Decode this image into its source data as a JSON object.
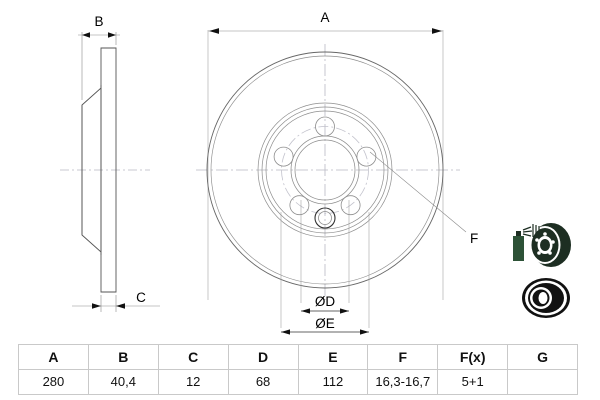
{
  "drawing": {
    "title_labels": {
      "a": "A",
      "b": "B",
      "c": "C",
      "f": "F",
      "dia_d": "ØD",
      "dia_e": "ØE"
    },
    "side_view_name": "side-profile-view",
    "front_view_name": "disc-front-view",
    "colors": {
      "line": "#555555",
      "centerline": "#b9b9c4",
      "dimension": "#777777",
      "arrow": "#111111",
      "table_border": "#c9c9c9",
      "thumb_dark": "#1d2e22",
      "thumb_green": "#2d5237"
    }
  },
  "thumbnails": [
    {
      "name": "spray-can-and-disc-thumbnail"
    },
    {
      "name": "brake-disc-angle-thumbnail"
    }
  ],
  "table": {
    "headers": [
      "A",
      "B",
      "C",
      "D",
      "E",
      "F",
      "F(x)",
      "G"
    ],
    "values": [
      "280",
      "40,4",
      "12",
      "68",
      "112",
      "16,3-16,7",
      "5+1",
      ""
    ]
  }
}
